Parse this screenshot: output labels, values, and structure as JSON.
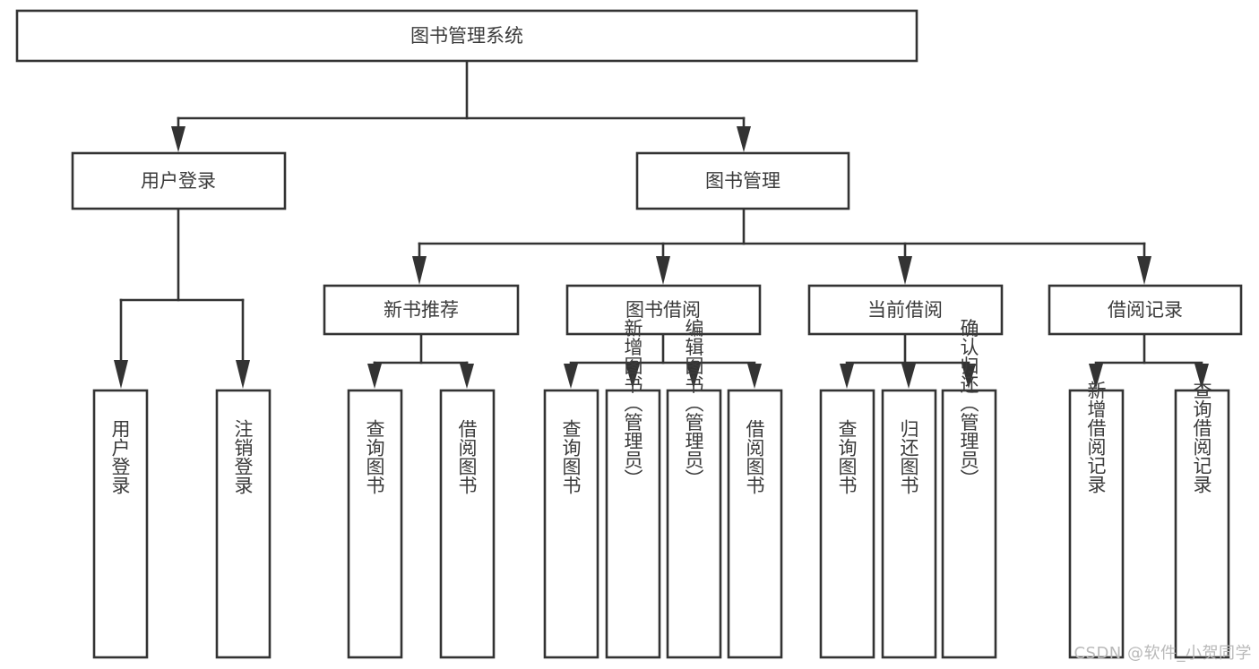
{
  "diagram": {
    "title": "图书管理系统",
    "type": "tree-structure-chart",
    "background_color": "#ffffff",
    "box_stroke_color": "#333333",
    "text_color": "#3b3b3b",
    "watermark": "CSDN @软件_小贺同学",
    "root": {
      "label": "图书管理系统"
    },
    "level1": [
      {
        "label": "用户登录"
      },
      {
        "label": "图书管理"
      }
    ],
    "level2": [
      {
        "label": "新书推荐"
      },
      {
        "label": "图书借阅"
      },
      {
        "label": "当前借阅"
      },
      {
        "label": "借阅记录"
      }
    ],
    "leaves": {
      "user_login": [
        {
          "label": "用户登录"
        },
        {
          "label": "注销登录"
        }
      ],
      "new_book_recommend": [
        {
          "label": "查询图书"
        },
        {
          "label": "借阅图书"
        }
      ],
      "book_borrow": [
        {
          "label": "查询图书"
        },
        {
          "label": "新增图书（管理员）"
        },
        {
          "label": "编辑图书（管理员）"
        },
        {
          "label": "借阅图书"
        }
      ],
      "current_borrow": [
        {
          "label": "查询图书"
        },
        {
          "label": "归还图书"
        },
        {
          "label": "确认归还（管理员）"
        }
      ],
      "borrow_record": [
        {
          "label": "新增借阅记录"
        },
        {
          "label": "查询借阅记录"
        }
      ]
    }
  }
}
